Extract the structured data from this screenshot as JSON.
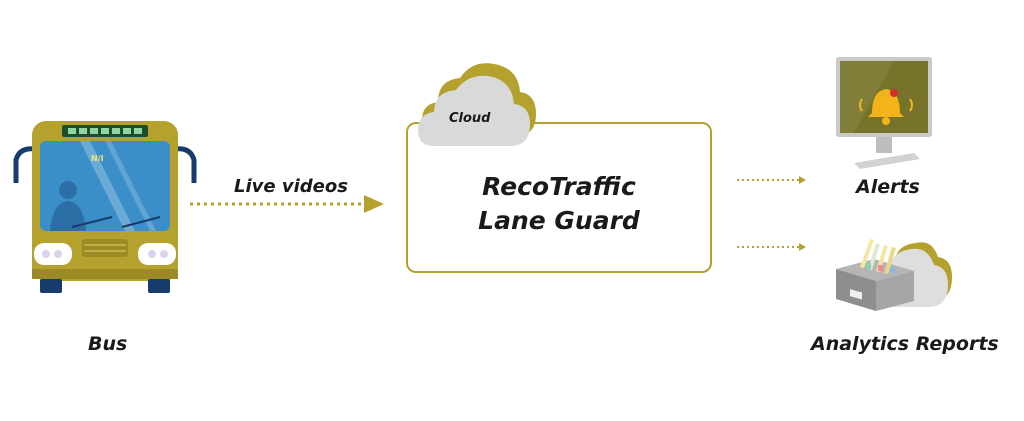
{
  "nodes": {
    "bus_label": "Bus",
    "flow_label": "Live videos",
    "cloud_label": "Cloud",
    "product_line1": "RecoTraffic",
    "product_line2": "Lane Guard",
    "alerts_label": "Alerts",
    "reports_label": "Analytics Reports",
    "bus_sign_text": "N/I"
  },
  "colors": {
    "accent_gold": "#b4a12e",
    "bus_blue": "#3a8fc8",
    "cloud_gray": "#d9d9d9",
    "text": "#1a1a1a"
  }
}
